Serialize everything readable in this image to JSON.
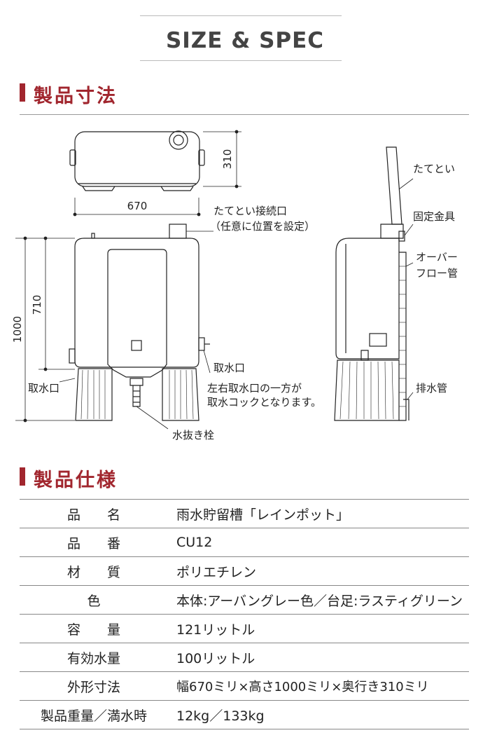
{
  "header": {
    "title": "SIZE & SPEC"
  },
  "dimensions_section": {
    "title": "製品寸法"
  },
  "drawing": {
    "dim_depth": "310",
    "dim_width": "670",
    "dim_outlet_height": "710",
    "dim_total_height": "1000",
    "label_downspout_port": "たてとい接続口",
    "label_downspout_port_note": "（任意に位置を設定）",
    "label_outlet_right": "取水口",
    "label_outlet_left": "取水口",
    "note_outlet_1": "左右取水口の一方が",
    "note_outlet_2": "取水コックとなります。",
    "label_drain_plug": "水抜き栓",
    "label_downspout": "たてとい",
    "label_bracket": "固定金具",
    "label_overflow_1": "オーバー",
    "label_overflow_2": "フロー管",
    "label_drain_pipe": "排水管"
  },
  "spec_section": {
    "title": "製品仕様",
    "rows": [
      {
        "label": "品　　名",
        "value": "雨水貯留槽「レインポット」"
      },
      {
        "label": "品　　番",
        "value": "CU12"
      },
      {
        "label": "材　　質",
        "value": "ポリエチレン"
      },
      {
        "label": "色",
        "value": "本体:アーバングレー色／台足:ラスティグリーン"
      },
      {
        "label": "容　　量",
        "value": "121リットル"
      },
      {
        "label": "有効水量",
        "value": "100リットル"
      },
      {
        "label": "外形寸法",
        "value": "幅670ミリ×高さ1000ミリ×奥行き310ミリ"
      },
      {
        "label": "製品重量／満水時",
        "value": "12kg／133kg"
      }
    ]
  }
}
